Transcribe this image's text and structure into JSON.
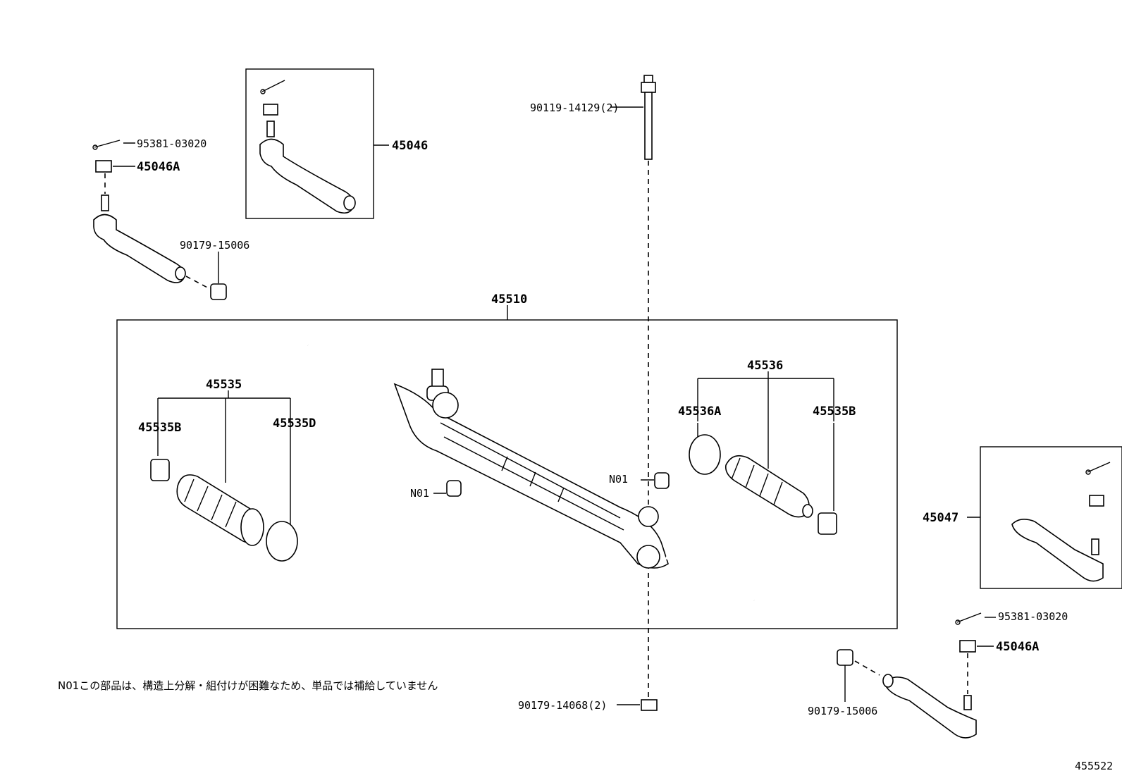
{
  "labels": {
    "cotter_pin_left": "95381-03020",
    "nut_left": "45046A",
    "tie_rod_end_left_box": "45046",
    "bolt": "90119-14129(2)",
    "bush_left": "90179-15006",
    "gear_assy": "45510",
    "boot_kit_left": "45535",
    "clamp_left_outer": "45535B",
    "clamp_left_inner": "45535D",
    "n01_left": "N01",
    "n01_right": "N01",
    "boot_kit_right": "45536",
    "clamp_right_inner": "45536A",
    "clamp_right_outer": "45535B",
    "tie_rod_end_right_box": "45047",
    "cotter_pin_right": "95381-03020",
    "nut_right": "45046A",
    "bush_right": "90179-15006",
    "nut_bottom": "90179-14068(2)",
    "diagram_id": "455522"
  },
  "note": "N01この部品は、構造上分解・組付けが困難なため、単品では補給していません"
}
